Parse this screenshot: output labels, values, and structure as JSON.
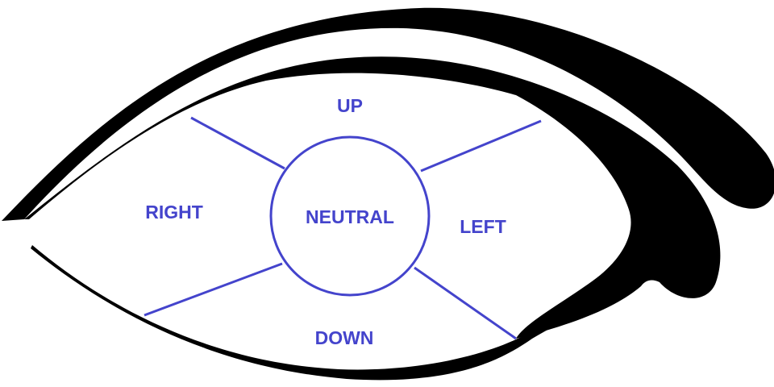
{
  "colors": {
    "outline": "#000000",
    "diagram": "#4444CC",
    "background": "#FFFFFF"
  },
  "regions": {
    "center": "NEUTRAL",
    "up": "UP",
    "down": "DOWN",
    "right": "RIGHT",
    "left": "LEFT"
  }
}
